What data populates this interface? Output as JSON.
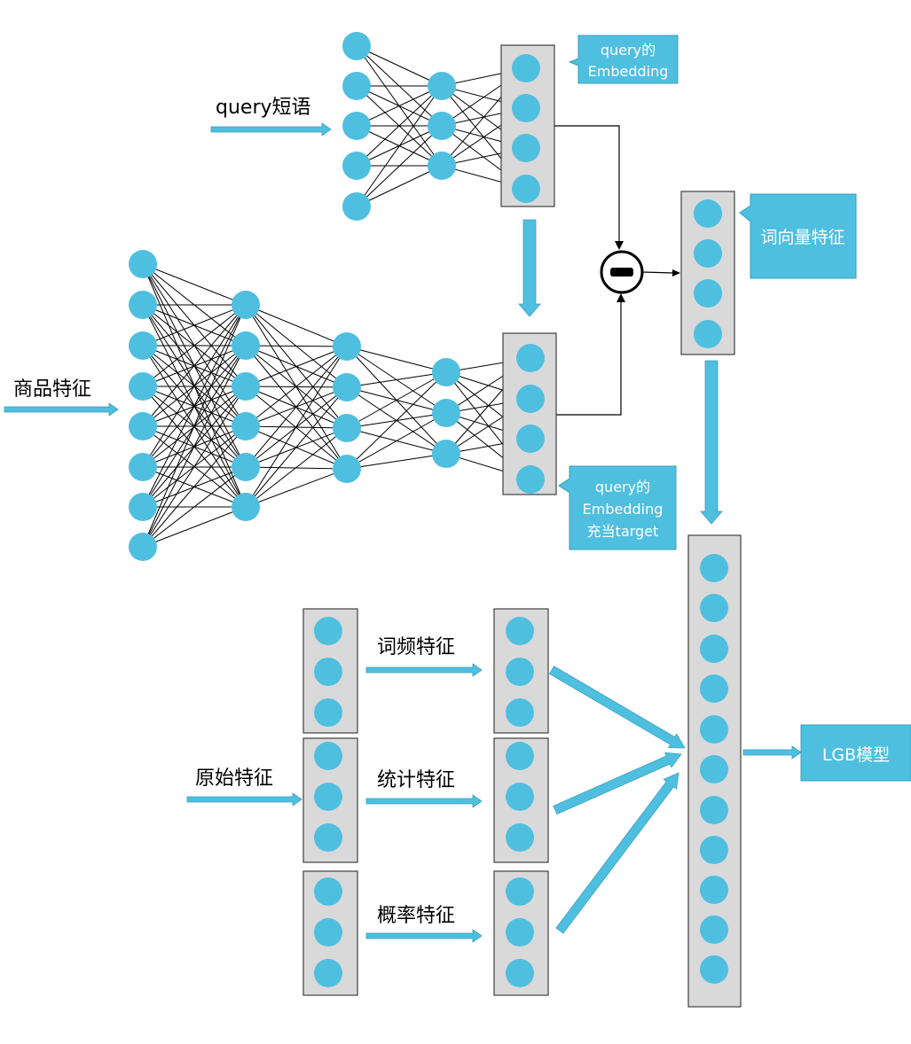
{
  "labels": {
    "query_phrase": "query短语",
    "product_features": "商品特征",
    "raw_features": "原始特征",
    "term_freq": "词频特征",
    "stat": "统计特征",
    "prob": "概率特征"
  },
  "callouts": {
    "query_embedding": [
      "query的",
      "Embedding"
    ],
    "word_vector": [
      "词向量特征"
    ],
    "target": [
      "query的",
      "Embedding",
      "充当target"
    ],
    "lgb": [
      "LGB模型"
    ]
  },
  "colors": {
    "node": "#4fbfe0",
    "arrow": "#4fbfe0",
    "callout": "#4fbfe0",
    "box_fill": "#d9d9d9",
    "box_stroke": "#404040",
    "line": "#000000"
  },
  "icons": {
    "operator": "minus-circle-icon"
  }
}
